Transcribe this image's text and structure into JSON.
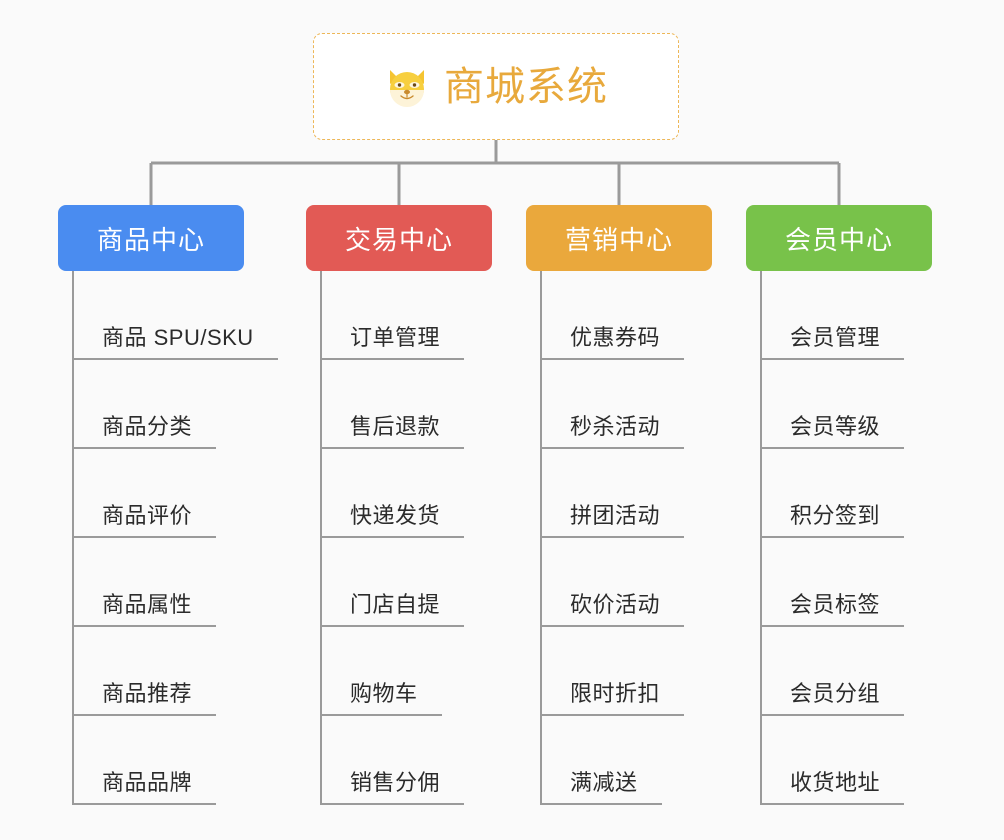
{
  "background_color": "#fafafa",
  "root": {
    "title": "商城系统",
    "emoji_name": "shiba-dog-face-emoji",
    "title_color": "#e8a93c",
    "border_color": "#edb758"
  },
  "connector_color": "#9a9a9a",
  "branches": [
    {
      "label": "商品中心",
      "color": "#4a8cf0",
      "items": [
        "商品 SPU/SKU",
        "商品分类",
        "商品评价",
        "商品属性",
        "商品推荐",
        "商品品牌"
      ]
    },
    {
      "label": "交易中心",
      "color": "#e25a55",
      "items": [
        "订单管理",
        "售后退款",
        "快递发货",
        "门店自提",
        "购物车",
        "销售分佣"
      ]
    },
    {
      "label": "营销中心",
      "color": "#eaa83c",
      "items": [
        "优惠券码",
        "秒杀活动",
        "拼团活动",
        "砍价活动",
        "限时折扣",
        "满减送"
      ]
    },
    {
      "label": "会员中心",
      "color": "#78c24a",
      "items": [
        "会员管理",
        "会员等级",
        "积分签到",
        "会员标签",
        "会员分组",
        "收货地址"
      ]
    }
  ]
}
